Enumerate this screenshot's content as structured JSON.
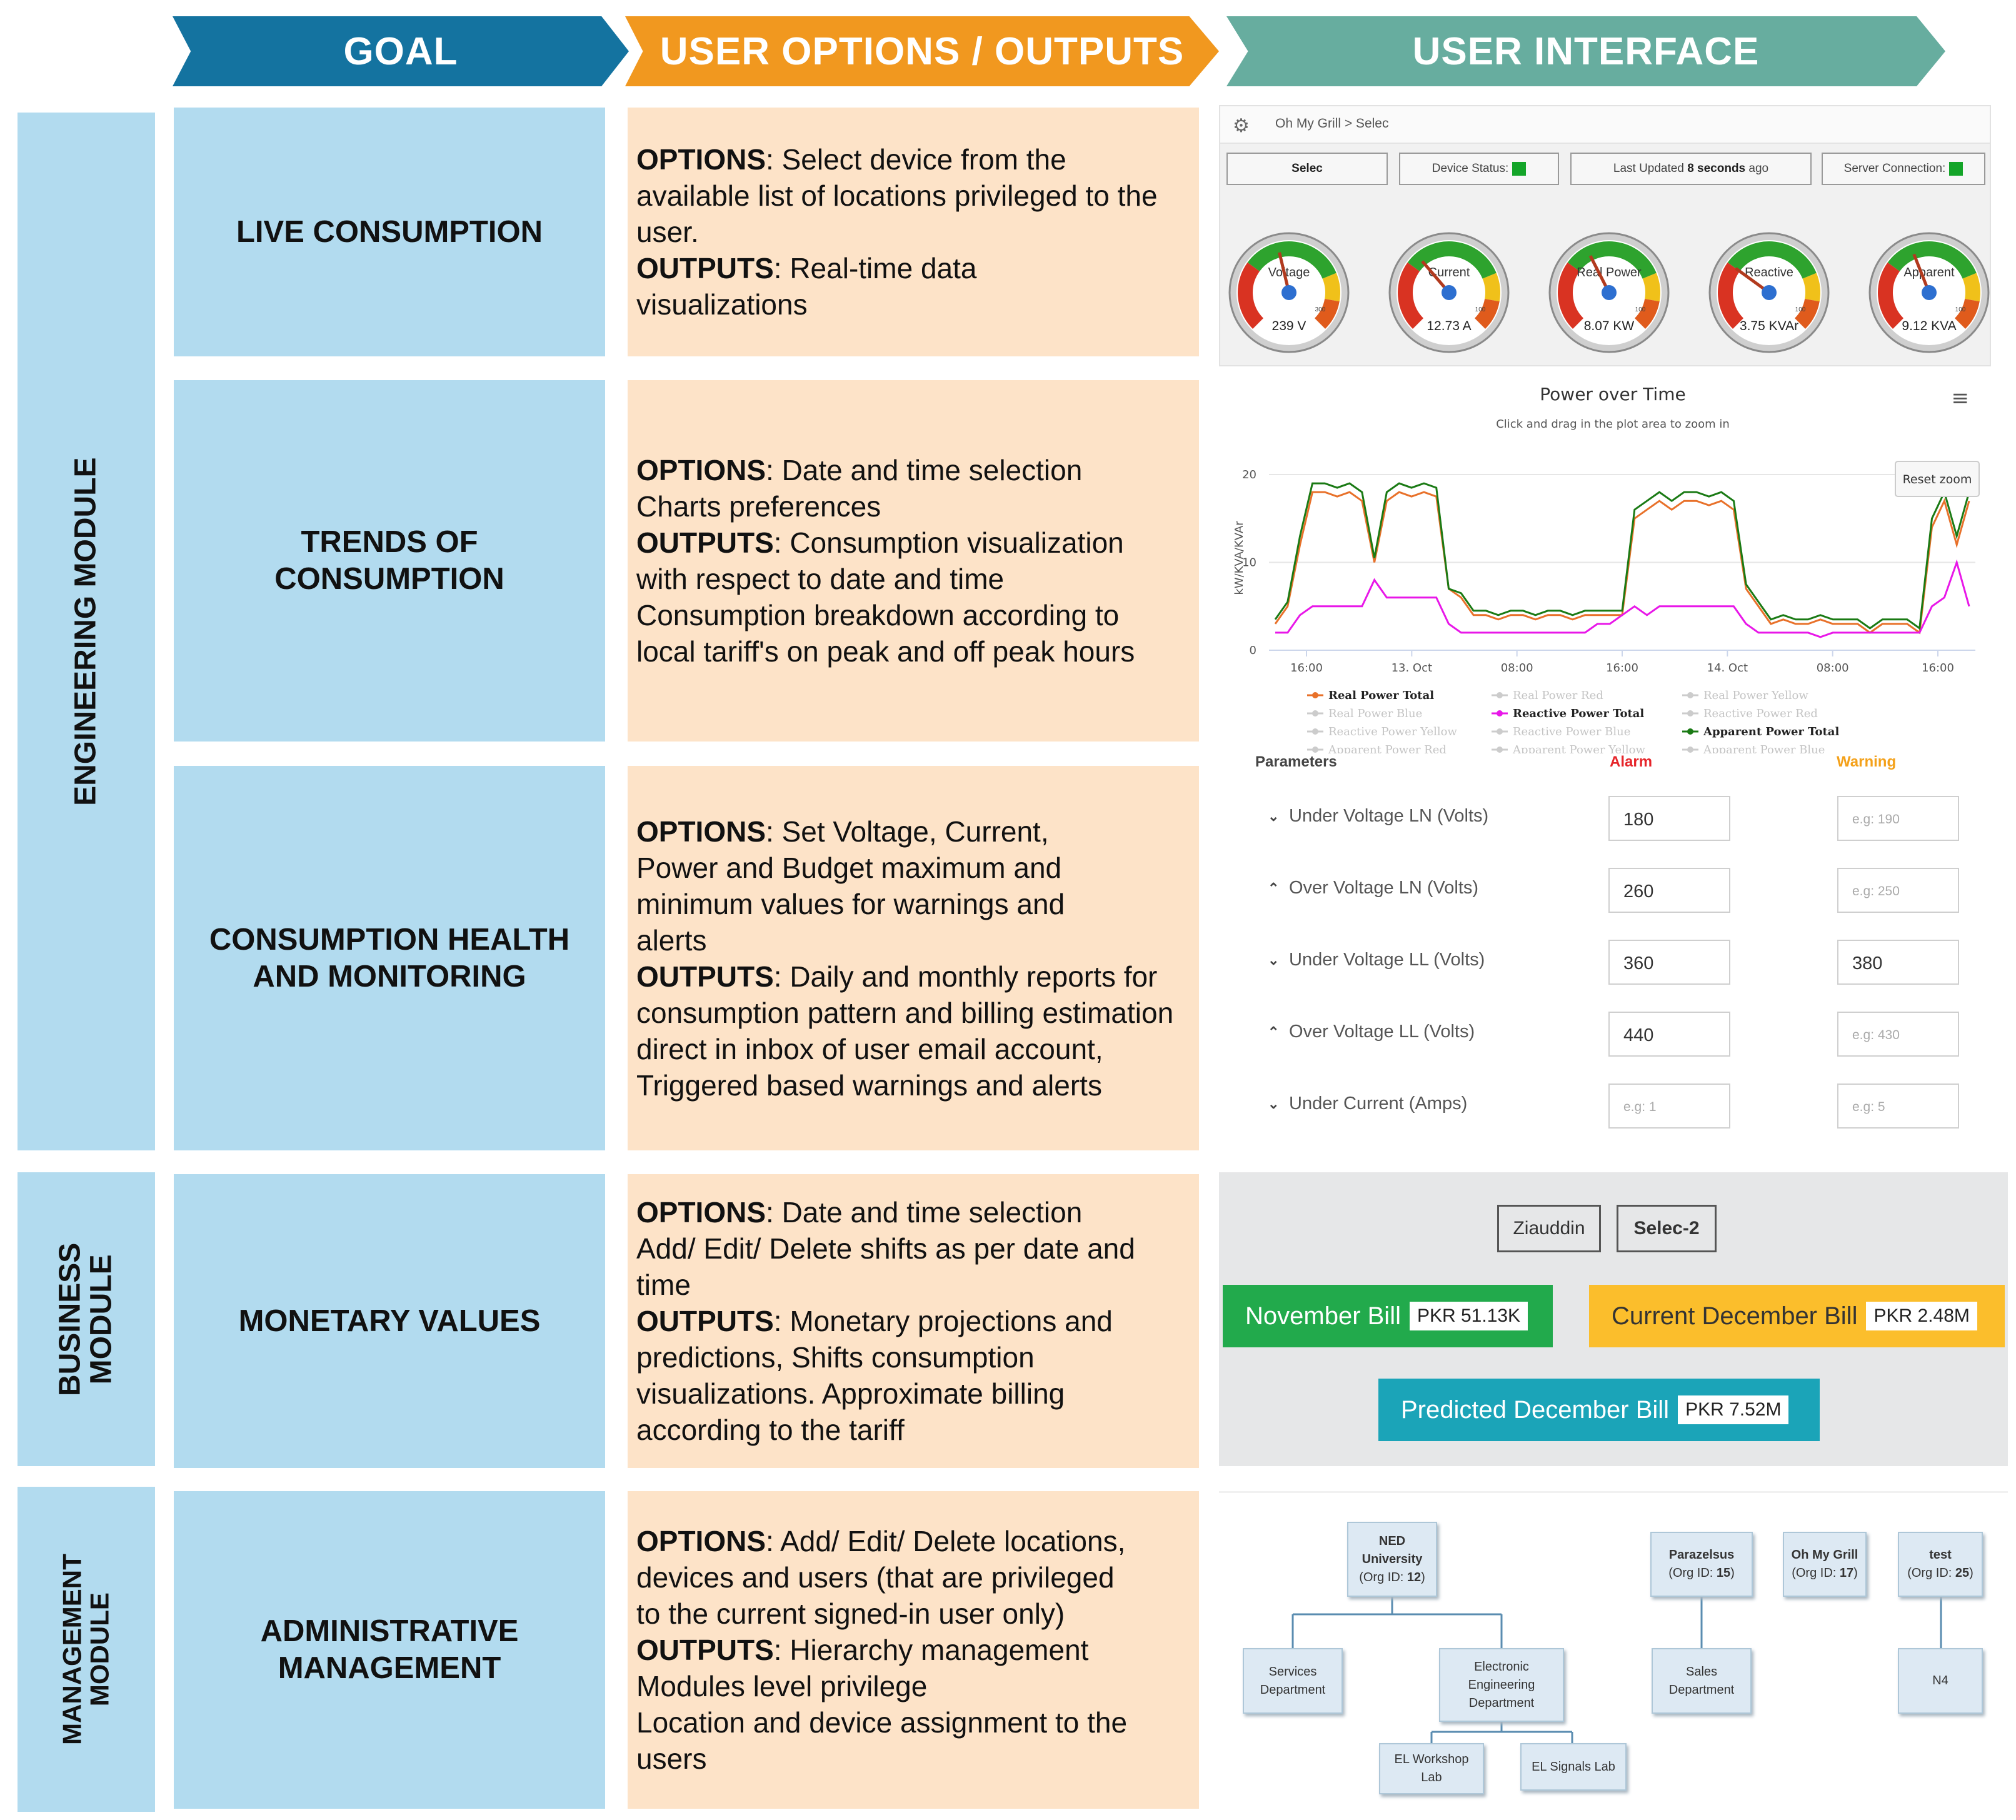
{
  "headers": {
    "goal": "GOAL",
    "options": "USER OPTIONS / OUTPUTS",
    "ui": "USER INTERFACE"
  },
  "modules": {
    "engineering": "ENGINEERING MODULE",
    "business_1": "BUSINESS",
    "business_2": "MODULE",
    "management_1": "MANAGEMENT",
    "management_2": "MODULE"
  },
  "goals": {
    "live": "LIVE CONSUMPTION",
    "trends_1": "TRENDS OF",
    "trends_2": "CONSUMPTION",
    "health_1": "CONSUMPTION HEALTH",
    "health_2": "AND MONITORING",
    "monetary": "MONETARY VALUES",
    "admin_1": "ADMINISTRATIVE",
    "admin_2": "MANAGEMENT"
  },
  "options": {
    "options_label": "OPTIONS",
    "outputs_label": "OUTPUTS",
    "live": {
      "o1": ": Select device from the",
      "o2": "available list of locations privileged to the",
      "o3": "user.",
      "p1": ":  Real-time data",
      "p2": "visualizations"
    },
    "trends": {
      "o1": ": Date and time selection",
      "o2": "Charts preferences",
      "p1": ": Consumption visualization",
      "p2": "with respect to date and time",
      "p3": "Consumption breakdown according to",
      "p4": "local tariff's on peak and off peak hours"
    },
    "health": {
      "o1": ": Set Voltage, Current,",
      "o2": "Power and Budget maximum and",
      "o3": "minimum values for warnings and",
      "o4": "alerts",
      "p1": ": Daily and monthly reports for",
      "p2": "consumption pattern and billing estimation",
      "p3": "direct in inbox of user email account,",
      "p4": "Triggered based warnings and alerts"
    },
    "monetary": {
      "o1": ": Date and time selection",
      "o2": "Add/ Edit/ Delete shifts as per date and",
      "o3": "time",
      "p1": ": Monetary projections and",
      "p2": "predictions, Shifts consumption",
      "p3": "visualizations. Approximate billing",
      "p4": "according to the tariff"
    },
    "admin": {
      "o1": ": Add/ Edit/ Delete locations,",
      "o2": "devices and users (that are privileged",
      "o3": "to the current signed-in user only)",
      "p1": ": Hierarchy management",
      "p2": "Modules level privilege",
      "p3": "Location and device assignment to the",
      "p4": "users"
    }
  },
  "live_panel": {
    "breadcrumb": "Oh My Grill > Selec",
    "device": "Selec",
    "device_status": "Device Status:",
    "last_updated_prefix": "Last Updated",
    "last_updated_value": "8 seconds",
    "last_updated_suffix": "ago",
    "server_connection": "Server Connection:",
    "status_color": "#14a529",
    "gauges": [
      {
        "label": "Voltage",
        "value": "239 V",
        "level": 0.45
      },
      {
        "label": "Current",
        "value": "12.73 A",
        "level": 0.35
      },
      {
        "label": "Real Power",
        "value": "8.07 KW",
        "level": 0.4
      },
      {
        "label": "Reactive",
        "value": "3.75 KVAr",
        "level": 0.3
      },
      {
        "label": "Apparent",
        "value": "9.12 KVA",
        "level": 0.42
      }
    ],
    "gauge_max_label": "300",
    "gauge_max_label_2": "100"
  },
  "chart_data": {
    "type": "line",
    "title": "Power over Time",
    "subtitle": "Click and drag in the plot area to zoom in",
    "ylabel": "kW/KVA/KVAr",
    "ylim": [
      0,
      21
    ],
    "yticks": [
      0,
      10,
      20
    ],
    "xticks": [
      "16:00",
      "13. Oct",
      "08:00",
      "16:00",
      "14. Oct",
      "08:00",
      "16:00"
    ],
    "reset_zoom": "Reset zoom",
    "series": [
      {
        "name": "Real Power Total",
        "color": "#e8712a",
        "values": [
          3,
          5,
          12,
          18,
          18,
          17.5,
          18,
          17,
          10,
          17,
          18,
          17.5,
          18,
          17.5,
          7,
          6,
          4,
          4,
          3.5,
          4,
          4,
          3.5,
          4,
          4,
          3.5,
          4,
          4,
          4,
          4,
          15,
          16,
          17,
          16,
          17,
          17,
          16.5,
          17,
          16,
          7,
          5,
          3,
          3.5,
          3,
          3,
          3.5,
          3,
          3,
          3,
          2,
          3,
          3,
          3,
          2,
          14,
          17,
          12,
          17
        ]
      },
      {
        "name": "Reactive Power Total",
        "color": "#e817e8",
        "values": [
          2,
          2,
          4,
          5,
          5,
          5,
          5,
          5,
          8,
          6,
          6,
          6,
          6,
          6,
          3,
          2,
          2,
          2,
          2,
          2,
          2,
          2,
          2,
          2,
          2,
          2,
          3,
          3,
          4,
          5,
          4,
          5,
          5,
          5,
          5,
          5,
          5,
          5,
          3,
          2,
          2,
          2,
          2,
          2,
          1.5,
          2,
          2,
          2,
          2,
          2,
          2,
          2,
          2,
          5,
          6,
          10,
          5
        ]
      },
      {
        "name": "Apparent Power Total",
        "color": "#1a7a14",
        "values": [
          3.5,
          5.5,
          13,
          19,
          19,
          18.5,
          19,
          18,
          10.5,
          18,
          19,
          18.5,
          19,
          18.5,
          7,
          6.5,
          4.5,
          4.5,
          4,
          4.5,
          4.5,
          4,
          4.5,
          4.5,
          4,
          4.5,
          4.5,
          4.5,
          4.5,
          16,
          17,
          18,
          17,
          18,
          18,
          17.5,
          18,
          17,
          7.5,
          5.5,
          3.5,
          4,
          3.5,
          3.5,
          4,
          3.5,
          3.5,
          3.5,
          2.5,
          3.5,
          3.5,
          3.5,
          2.5,
          15,
          18,
          13,
          18
        ]
      }
    ],
    "legend": [
      {
        "name": "Real Power Total",
        "active": true,
        "color": "#e8712a"
      },
      {
        "name": "Real Power Red",
        "active": false
      },
      {
        "name": "Real Power Yellow",
        "active": false
      },
      {
        "name": "Real Power Blue",
        "active": false
      },
      {
        "name": "Reactive Power Total",
        "active": true,
        "color": "#e817e8"
      },
      {
        "name": "Reactive Power Red",
        "active": false
      },
      {
        "name": "Reactive Power Yellow",
        "active": false
      },
      {
        "name": "Reactive Power Blue",
        "active": false
      },
      {
        "name": "Apparent Power Total",
        "active": true,
        "color": "#1a7a14"
      },
      {
        "name": "Apparent Power Red",
        "active": false
      },
      {
        "name": "Apparent Power Yellow",
        "active": false
      },
      {
        "name": "Apparent Power Blue",
        "active": false
      }
    ]
  },
  "thresholds": {
    "header_params": "Parameters",
    "header_alarm": "Alarm",
    "header_warning": "Warning",
    "alarm_color": "#e6252a",
    "warning_color": "#f4a11a",
    "rows": [
      {
        "label": "Under Voltage LN (Volts)",
        "dir": "down",
        "alarm": "180",
        "alarm_ph": "",
        "warning": "",
        "warning_ph": "e.g: 190"
      },
      {
        "label": "Over Voltage LN (Volts)",
        "dir": "up",
        "alarm": "260",
        "alarm_ph": "",
        "warning": "",
        "warning_ph": "e.g: 250"
      },
      {
        "label": "Under Voltage LL (Volts)",
        "dir": "down",
        "alarm": "360",
        "alarm_ph": "",
        "warning": "380",
        "warning_ph": ""
      },
      {
        "label": "Over Voltage LL (Volts)",
        "dir": "up",
        "alarm": "440",
        "alarm_ph": "",
        "warning": "",
        "warning_ph": "e.g: 430"
      },
      {
        "label": "Under Current (Amps)",
        "dir": "down",
        "alarm": "",
        "alarm_ph": "e.g: 1",
        "warning": "",
        "warning_ph": "e.g: 5"
      }
    ]
  },
  "billing": {
    "tab1": "Ziauddin",
    "tab2": "Selec-2",
    "november_label": "November Bill",
    "november_amount": "PKR 51.13K",
    "november_color": "#22aa4c",
    "current_label": "Current December Bill",
    "current_amount": "PKR 2.48M",
    "current_color": "#fbbe2c",
    "predicted_label": "Predicted December Bill",
    "predicted_amount": "PKR 7.52M",
    "predicted_color": "#1ba4b8"
  },
  "hierarchy": {
    "ned_1": "NED",
    "ned_2": "University",
    "ned_3": "(Org ID: ",
    "ned_id": "12",
    "ned_4": ")",
    "services_1": "Services",
    "services_2": "Department",
    "elec_1": "Electronic",
    "elec_2": "Engineering",
    "elec_3": "Department",
    "ws_1": "EL Workshop",
    "ws_2": "Lab",
    "signals": "EL Signals Lab",
    "para_1": "Parazelsus",
    "para_2": "(Org ID: ",
    "para_id": "15",
    "para_3": ")",
    "sales_1": "Sales",
    "sales_2": "Department",
    "grill_1": "Oh My Grill",
    "grill_2": "(Org ID: ",
    "grill_id": "17",
    "grill_3": ")",
    "test_1": "test",
    "test_2": "(Org ID: ",
    "test_id": "25",
    "test_3": ")",
    "n4": "N4"
  }
}
